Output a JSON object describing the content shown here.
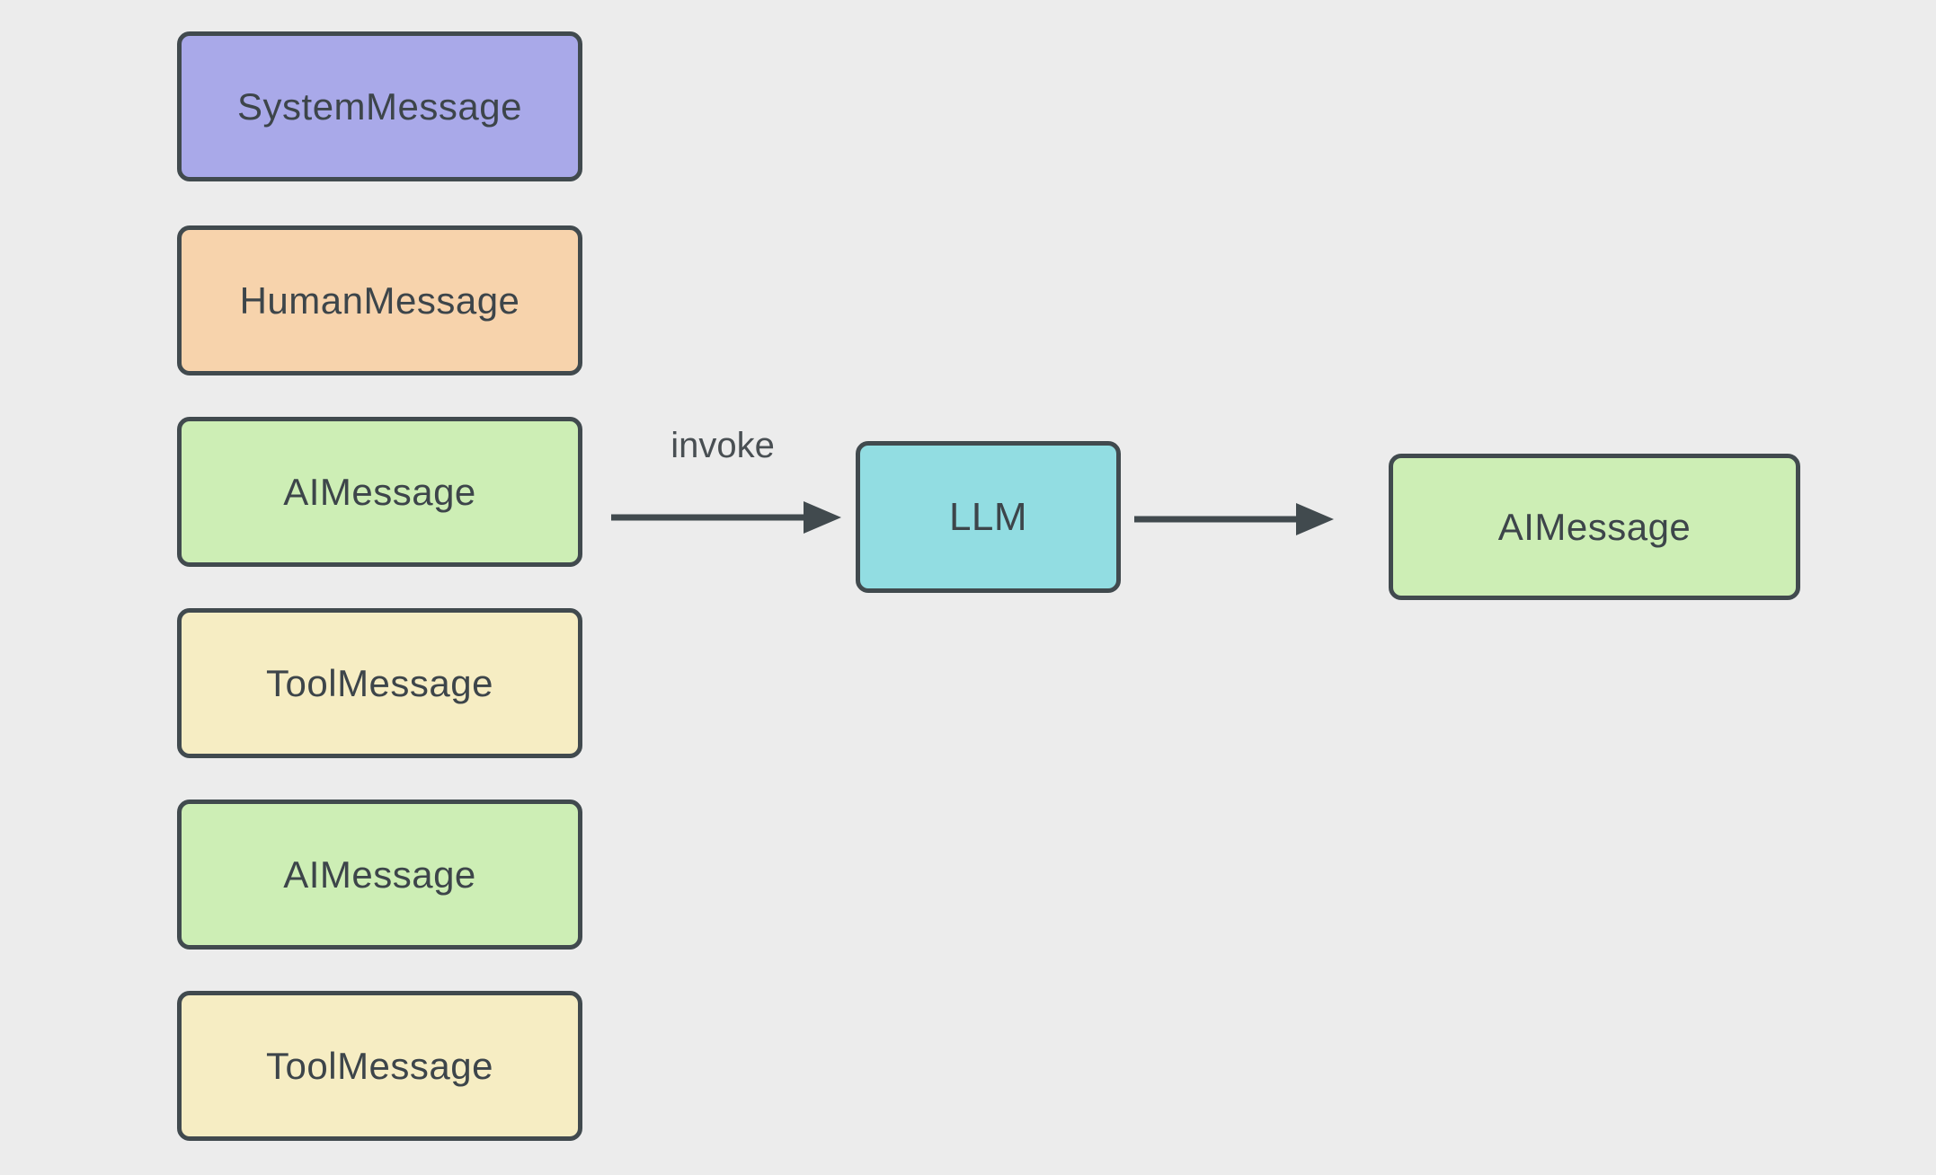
{
  "diagram": {
    "background": "#ececec",
    "colors": {
      "node_border": "#414a4e",
      "arrow": "#414a4e",
      "label_text": "#3d454a",
      "system_purple": "#a9a9e9",
      "human_peach": "#f7d3ac",
      "ai_green": "#cdeeb5",
      "tool_yellow": "#f6edc3",
      "llm_cyan": "#92dde2"
    },
    "message_stack": [
      {
        "label": "SystemMessage",
        "fill": "#a9a9e9"
      },
      {
        "label": "HumanMessage",
        "fill": "#f7d3ac"
      },
      {
        "label": "AIMessage",
        "fill": "#cdeeb5"
      },
      {
        "label": "ToolMessage",
        "fill": "#f6edc3"
      },
      {
        "label": "AIMessage",
        "fill": "#cdeeb5"
      },
      {
        "label": "ToolMessage",
        "fill": "#f6edc3"
      }
    ],
    "llm_node": {
      "label": "LLM",
      "fill": "#92dde2"
    },
    "output_node": {
      "label": "AIMessage",
      "fill": "#cdeeb5"
    },
    "invoke_edge": {
      "label": "invoke"
    }
  }
}
